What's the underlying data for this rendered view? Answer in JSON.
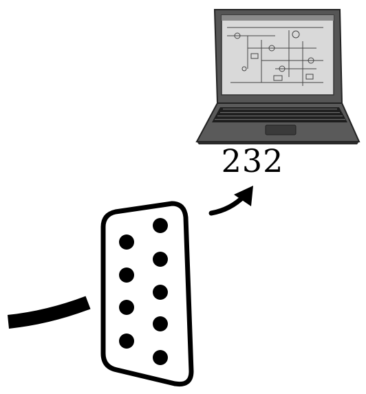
{
  "diagram": {
    "laptop_label": "232",
    "colors": {
      "stroke": "#000000",
      "laptop_body": "#555555",
      "laptop_bezel": "#2a2a2a",
      "screen": "#d9d9d9",
      "keyboard": "#1e1e1e",
      "keys": "#6b6b6b",
      "pins": "#000000",
      "background": "#ffffff"
    },
    "connector": {
      "type": "DB9",
      "pin_count": 9
    },
    "icons": [
      "laptop-icon",
      "db9-connector-icon",
      "arrow-icon",
      "cable-icon"
    ]
  }
}
